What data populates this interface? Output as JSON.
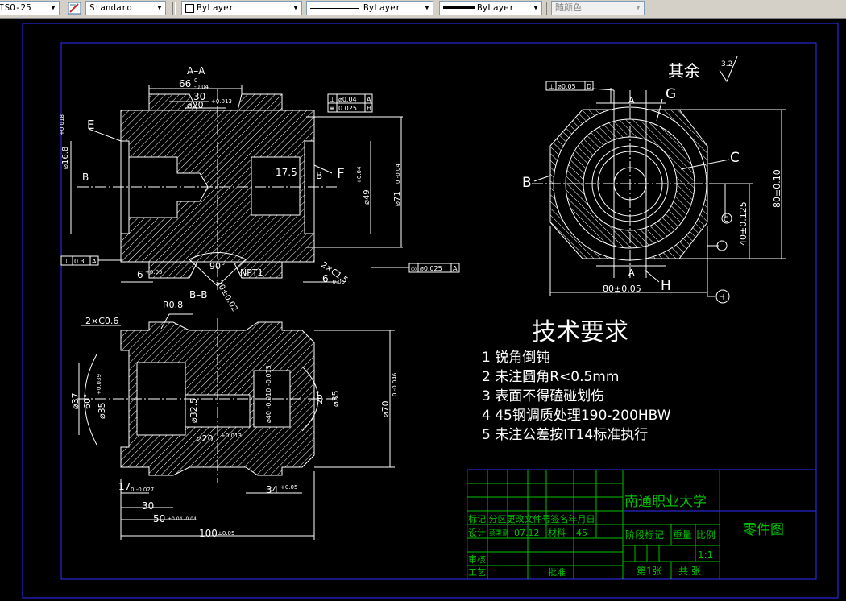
{
  "toolbar": {
    "dimstyle_value": "ISO-25",
    "textstyle_value": "Standard",
    "layer_value": "ByLayer",
    "linetype_value": "ByLayer",
    "lineweight_value": "ByLayer",
    "color_value": "随颜色"
  },
  "drawing": {
    "section_aa": "A–A",
    "section_bb": "B–B",
    "roughness_other": "其余",
    "roughness_value": "3.2",
    "label_e": "E",
    "label_f": "F",
    "label_g": "G",
    "label_c": "C",
    "label_h": "H",
    "label_b_left": "B",
    "label_b_right": "B",
    "label_b_mid": "B",
    "label_a_top": "A",
    "label_a_bottom": "A",
    "npt": "NPT1",
    "angle_90": "90°",
    "chamfer_2c06": "2×C0.6",
    "chamfer_2c15": "2×C1.5",
    "fillet_r08": "R0.8",
    "dims": {
      "d66": "66",
      "d66_tol_up": "0",
      "d66_tol_dn": "-0.04",
      "d30_top": "30",
      "d20_top": "⌀20",
      "d20_top_tol": "+0.013",
      "d16_8": "⌀16.8",
      "d16_8_tol": "+0.018",
      "d17_5": "17.5",
      "d49": "⌀49",
      "d49_tol": "+0.04",
      "d71": "⌀71",
      "d71_tol": "0 -0.04",
      "d6_left": "6",
      "d6_left_tol": "+0.05",
      "d6_right": "6",
      "d6_right_tol": "-0.05",
      "d20_02": "20±0.02",
      "d80_010": "80±0.10",
      "d80_005": "80±0.05",
      "d40_0125": "40±0.125",
      "d37": "⌀37",
      "d60": "60°",
      "d35_left": "⌀35",
      "d35_left_tol": "+0.039",
      "d32_5": "⌀32.5",
      "d20_bottom": "⌀20",
      "d20_bottom_tol": "+0.013",
      "d40_tol": "⌀40 -0.010 -0.015",
      "d35_right": "⌀35",
      "d20_right": "20°",
      "d70": "⌀70",
      "d70_tol": "0 -0.046",
      "d17": "17",
      "d17_tol": "0 -0.027",
      "d30_bottom": "30",
      "d34": "34",
      "d34_tol": "+0.05",
      "d50": "50",
      "d50_tol": "+0.04 -0.04",
      "d100": "100",
      "d100_tol": "±0.05"
    },
    "frames": {
      "f_sym": "⊥",
      "f1_val": "⌀0.04",
      "f1_ref": "A",
      "f2_sym": "≡",
      "f2_val": "0.025",
      "f2_ref": "H",
      "f3_sym": "⊥",
      "f3_val": "0.3",
      "f3_ref": "A",
      "f4_sym": "◎",
      "f4_val": "⌀0.025",
      "f4_ref": "A",
      "f5_sym": "⊥",
      "f5_val": "⌀0.05",
      "f5_ref": "D"
    },
    "datum_c": "C",
    "datum_h": "H"
  },
  "notes": {
    "title": "技术要求",
    "items": [
      "1  锐角倒钝",
      "2  未注圆角R<0.5mm",
      "3  表面不得磕碰划伤",
      "4  45钢调质处理190-200HBW",
      "5  未注公差按IT14标准执行"
    ]
  },
  "title_block": {
    "school": "南通职业大学",
    "drawing_name": "零件图",
    "row_headers": "标记   分区更改文件号签名年月日",
    "designer_label": "设计",
    "designer_name": "蔡秉豪",
    "date": "07.12",
    "material_label": "材料",
    "material": "45",
    "stage_mark": "阶段标记",
    "weight": "重量",
    "scale_label": "比例",
    "scale": "1:1",
    "review": "审核",
    "process": "工艺",
    "approve": "批准",
    "sheet_no": "第1张",
    "sheet_total": "共  张"
  }
}
